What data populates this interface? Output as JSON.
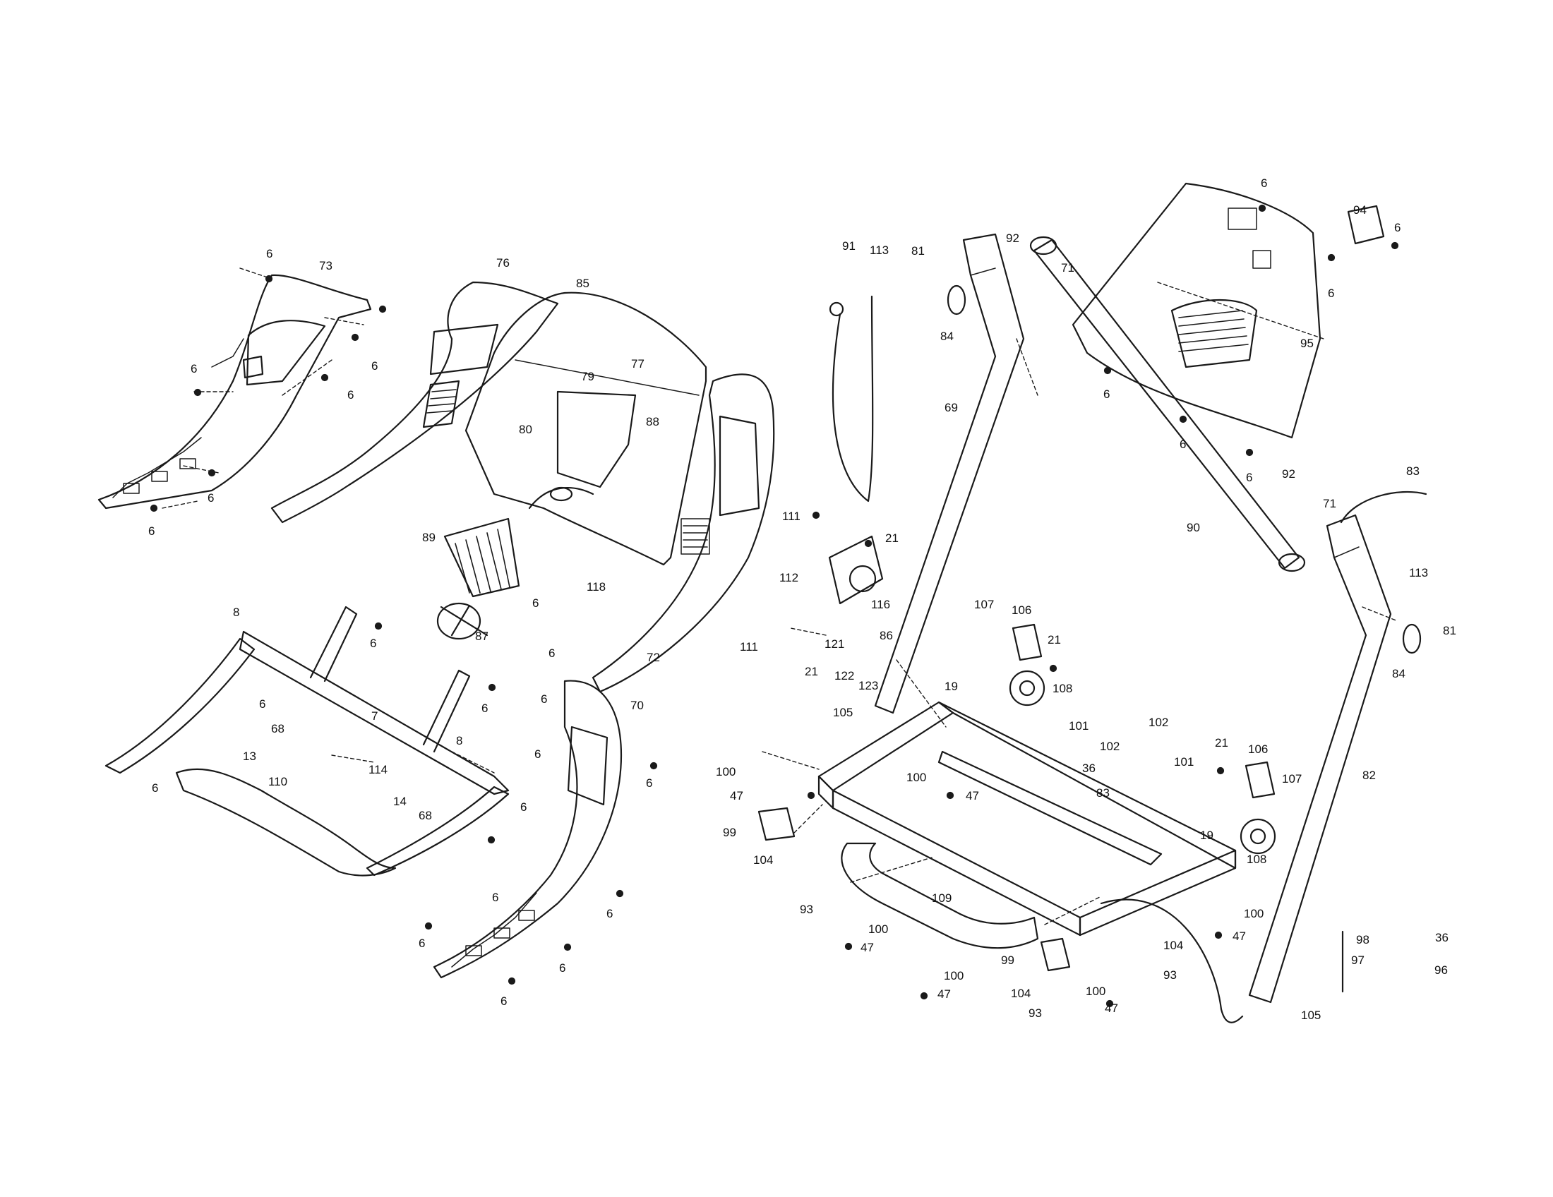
{
  "parts": {
    "p6": "6",
    "p7": "7",
    "p8": "8",
    "p13": "13",
    "p14": "14",
    "p19": "19",
    "p21": "21",
    "p36": "36",
    "p47": "47",
    "p68": "68",
    "p69": "69",
    "p70": "70",
    "p71": "71",
    "p72": "72",
    "p73": "73",
    "p76": "76",
    "p77": "77",
    "p79": "79",
    "p80": "80",
    "p81": "81",
    "p82": "82",
    "p83": "83",
    "p84": "84",
    "p85": "85",
    "p86": "86",
    "p87": "87",
    "p88": "88",
    "p89": "89",
    "p90": "90",
    "p91": "91",
    "p92": "92",
    "p93": "93",
    "p94": "94",
    "p95": "95",
    "p96": "96",
    "p97": "97",
    "p98": "98",
    "p99": "99",
    "p100": "100",
    "p101": "101",
    "p102": "102",
    "p104": "104",
    "p105": "105",
    "p106": "106",
    "p107": "107",
    "p108": "108",
    "p109": "109",
    "p110": "110",
    "p111": "111",
    "p112": "112",
    "p113": "113",
    "p114": "114",
    "p116": "116",
    "p118": "118",
    "p121": "121",
    "p122": "122",
    "p123": "123"
  }
}
